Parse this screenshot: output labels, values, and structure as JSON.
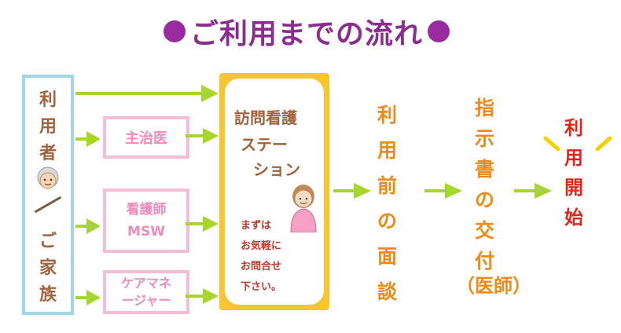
{
  "title": "ご利用までの流れ",
  "user_box": {
    "top_chars": [
      "利",
      "用",
      "者"
    ],
    "bottom_chars": [
      "ご",
      "家",
      "族"
    ]
  },
  "middle_boxes": {
    "doctor": "主治医",
    "nurse_line1": "看護師",
    "nurse_line2": "MSW",
    "care_line1": "ケアマネ",
    "care_line2": "ージャー"
  },
  "station": {
    "line1": "訪問看護",
    "line2": "ステー",
    "line3": "ション",
    "note_lines": [
      "まずは",
      "お気軽に",
      "お問合せ",
      "下さい。"
    ]
  },
  "step_interview": [
    "利",
    "用",
    "前",
    "の",
    "面",
    "談"
  ],
  "step_instruction": [
    "指",
    "示",
    "書",
    "の",
    "交",
    "付"
  ],
  "step_instruction_note": "（医師）",
  "step_start": [
    "利",
    "用",
    "開",
    "始"
  ],
  "colors": {
    "title": "#8a2d8f",
    "arrow": "#a6d62b",
    "orange_text": "#f08a17",
    "red_text": "#e0261b",
    "brown_text": "#a1623c",
    "pink": "#f5bcd6",
    "blue": "#9fd6e8",
    "yellow": "#f7c52e"
  }
}
